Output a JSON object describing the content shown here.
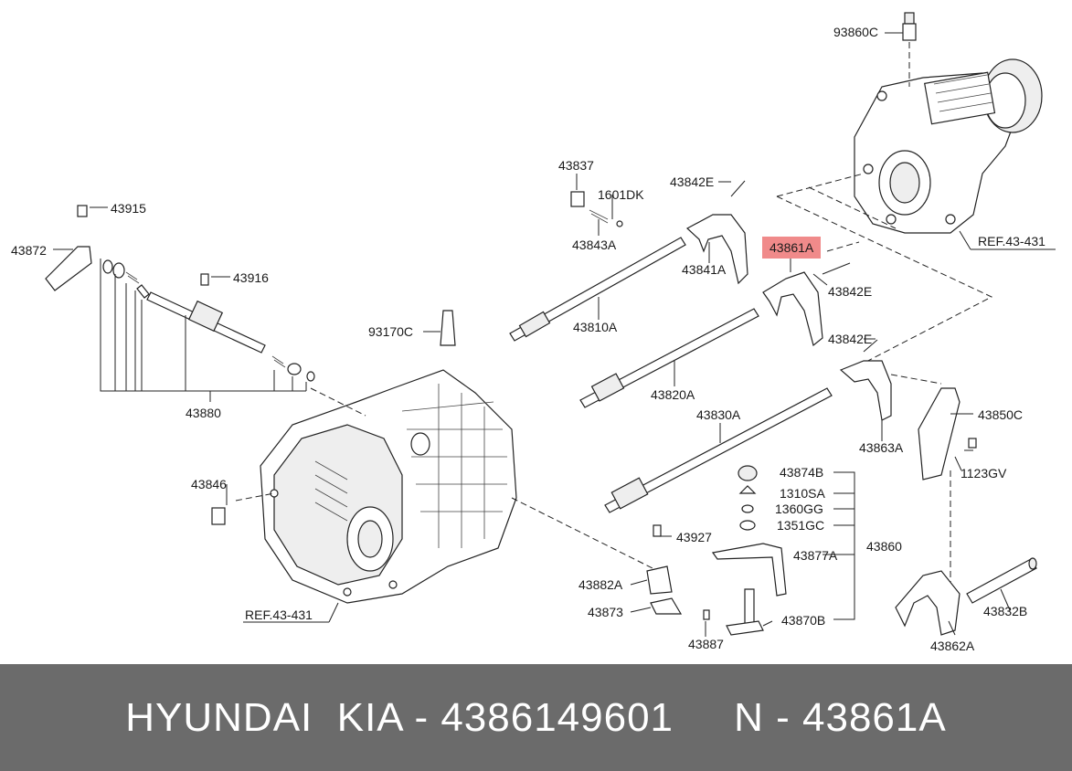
{
  "highlight_color": "#f08a8a",
  "footer": {
    "text": "HYUNDAI  KIA - 4386149601     N - 43861A",
    "background": "#6b6b6b"
  },
  "labels": {
    "p93860C": "93860C",
    "p43837": "43837",
    "p1601DK": "1601DK",
    "p43842E_top": "43842E",
    "p43843A": "43843A",
    "p43841A": "43841A",
    "p43861A": "43861A",
    "p43842E_mid": "43842E",
    "ref_top": "REF.43-431",
    "p43915": "43915",
    "p43872": "43872",
    "p43916": "43916",
    "p43810A": "43810A",
    "p93170C": "93170C",
    "p43842E_low": "43842E",
    "p43820A": "43820A",
    "p43880": "43880",
    "p43830A": "43830A",
    "p43850C": "43850C",
    "p43863A": "43863A",
    "p43846": "43846",
    "p43874B": "43874B",
    "p1123GV": "1123GV",
    "p1310SA": "1310SA",
    "p1360GG": "1360GG",
    "p1351GC": "1351GC",
    "p43927": "43927",
    "p43860": "43860",
    "p43877A": "43877A",
    "p43882A": "43882A",
    "p43832B": "43832B",
    "p43873": "43873",
    "p43870B": "43870B",
    "ref_bottom": "REF.43-431",
    "p43887": "43887",
    "p43862A": "43862A"
  }
}
